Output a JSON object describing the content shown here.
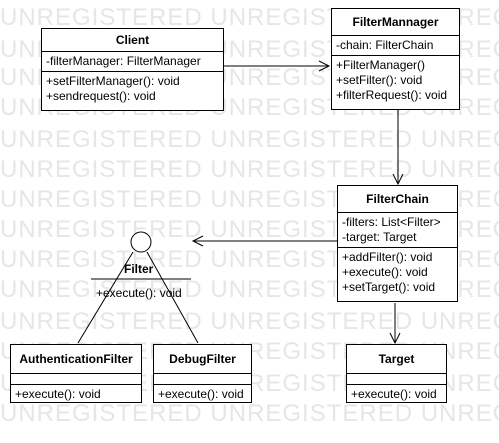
{
  "watermark": "UNREGISTERED UNREGISTERED UNREGISTERED",
  "classes": {
    "client": {
      "name": "Client",
      "attributes": [
        "-filterManager: FilterManager"
      ],
      "operations": [
        "+setFilterManager(): void",
        "+sendrequest(): void"
      ]
    },
    "filter_manager": {
      "name": "FilterMannager",
      "attributes": [
        "-chain: FilterChain"
      ],
      "operations": [
        "+FilterManager()",
        "+setFilter(): void",
        "+filterRequest(): void"
      ]
    },
    "filter_chain": {
      "name": "FilterChain",
      "attributes": [
        "-filters: List<Filter>",
        "-target: Target"
      ],
      "operations": [
        "+addFilter(): void",
        "+execute(): void",
        "+setTarget(): void"
      ]
    },
    "target": {
      "name": "Target",
      "operations": [
        "+execute(): void"
      ]
    },
    "authentication_filter": {
      "name": "AuthenticationFilter",
      "operations": [
        "+execute(): void"
      ]
    },
    "debug_filter": {
      "name": "DebugFilter",
      "operations": [
        "+execute(): void"
      ]
    }
  },
  "interface": {
    "name": "Filter",
    "operation": "+execute(): void"
  }
}
